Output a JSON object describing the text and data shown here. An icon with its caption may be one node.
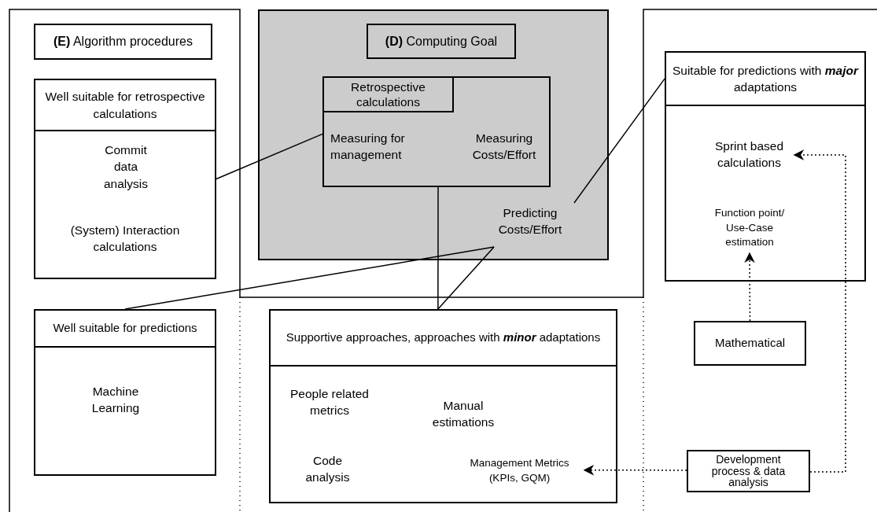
{
  "diagram": {
    "nodes": [
      {
        "text": [
          "**(E)** Algorithm procedures"
        ]
      },
      {
        "text": [
          "Well suitable for retrospective calculations",
          "Commit data analysis",
          "(System) Interaction calculations"
        ]
      },
      {
        "text": [],
        "shape": "box"
      },
      {
        "text": [
          "**(D)** Computing Goal"
        ],
        "in": 2
      },
      {
        "text": [
          "Measuring for management",
          "Measuring Costs/Effort"
        ],
        "in": 2
      },
      {
        "text": [
          "Retrospective calculations"
        ],
        "in": 4
      },
      {
        "text": [
          "Predicting Costs/Effort"
        ],
        "in": 2
      },
      {
        "text": [
          "Suitable for predictions with **major** adaptations"
        ]
      },
      {
        "text": [
          "Sprint based calculations"
        ],
        "in": 7
      },
      {
        "text": [
          "Function point/ Use-Case estimation"
        ],
        "in": 7
      },
      {
        "text": [
          "Well suitable for predictions",
          "Machine Learning"
        ]
      },
      {
        "text": [
          "Supportive approaches, approaches with **minor** adaptations",
          "People related metrics",
          "Manual estimations",
          "Code analysis"
        ]
      },
      {
        "text": [
          "Management Metrics (KPIs, GQM)"
        ],
        "in": 11
      },
      {
        "text": [
          "Mathematical"
        ]
      },
      {
        "text": [
          "Development process & data analysis"
        ]
      }
    ],
    "edges": [
      {
        "from": 1,
        "to": 4,
        "arrow": "none"
      },
      {
        "from": 6,
        "to": 7,
        "arrow": "none"
      },
      {
        "from": 6,
        "to": 10,
        "arrow": "none"
      },
      {
        "from": 6,
        "to": 11,
        "arrow": "none"
      },
      {
        "from": 4,
        "to": 11,
        "arrow": "none"
      },
      {
        "from": 14,
        "to": 12,
        "arrow": "to",
        "style": "dashed"
      },
      {
        "from": 14,
        "to": 8,
        "arrow": "to",
        "style": "dashed"
      },
      {
        "from": 13,
        "to": 9,
        "arrow": "to",
        "style": "dashed"
      }
    ]
  }
}
